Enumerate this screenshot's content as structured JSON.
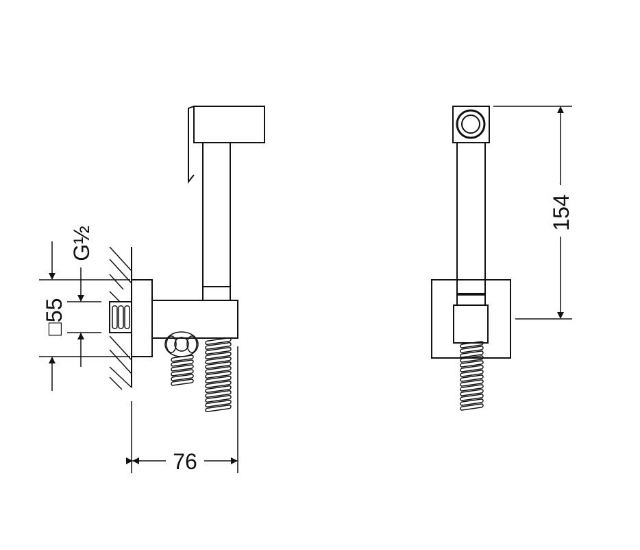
{
  "dimensions": {
    "mount_square": "□55",
    "thread": "G½",
    "depth": "76",
    "height": "154"
  },
  "colors": {
    "line": "#111111",
    "background": "#ffffff"
  }
}
